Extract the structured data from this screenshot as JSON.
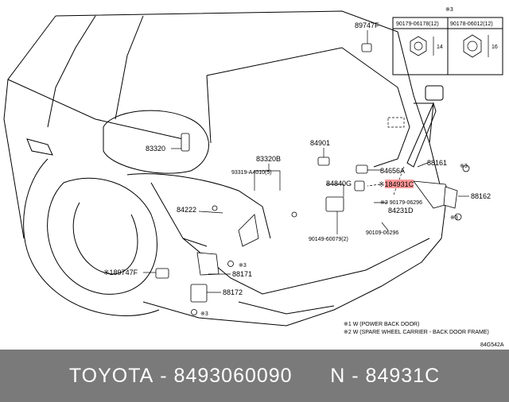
{
  "labels": {
    "p89747F_top": "89747F",
    "p84901": "84901",
    "p83320": "83320",
    "p83320B": "83320B",
    "p93319": "93319-A4010(5)",
    "p84222": "84222",
    "p84656A": "84656A",
    "p88161": "88161",
    "p84931C": "※184931C",
    "p84840G": "84840G",
    "p90179": "※2 90179-06296",
    "p84231D": "84231D",
    "p88162": "88162",
    "p90149": "90149-60079(2)",
    "p90109": "90109-06296",
    "p89747F_bot": "※189747F",
    "p88171": "88171",
    "p88172": "88172",
    "ast3_a": "※3",
    "ast3_b": "※3",
    "ast3_c": "※3",
    "ast3_d": "※3",
    "ast3_e": "※3",
    "ref": "84G542A"
  },
  "table": {
    "header": "※3",
    "col1": "90179-06178(12)",
    "col2": "90178-06012(12)",
    "dim1": "14",
    "dim2": "16"
  },
  "notes": {
    "n1": "※1 W (POWER BACK DOOR)",
    "n2": "※2 W (SPARE WHEEL CARRIER - BACK DOOR FRAME)"
  },
  "footer": {
    "brand": "TOYOTA",
    "part_number": "8493060090",
    "callout": "N - 84931C"
  },
  "colors": {
    "footer_bg": "#7a7a7a",
    "highlight": "#ff9999"
  }
}
